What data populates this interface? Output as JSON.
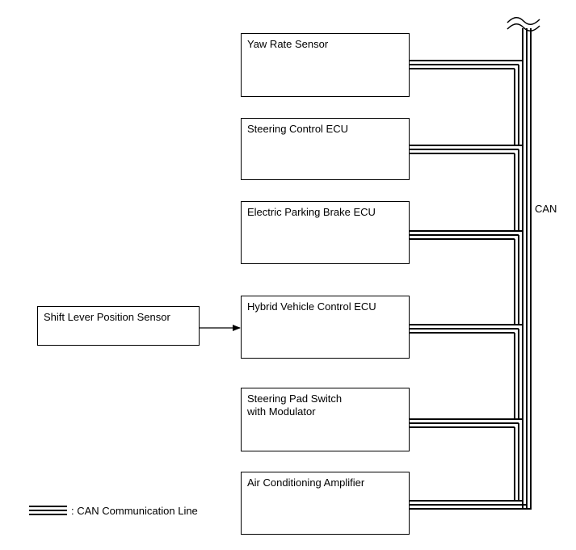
{
  "ecus": [
    {
      "label": "Yaw Rate Sensor"
    },
    {
      "label": "Steering Control ECU"
    },
    {
      "label": "Electric Parking Brake ECU"
    },
    {
      "label": "Hybrid Vehicle Control ECU"
    },
    {
      "label": "Steering Pad Switch\nwith Modulator"
    },
    {
      "label": "Air Conditioning Amplifier"
    }
  ],
  "input_sensor": {
    "label": "Shift Lever Position Sensor"
  },
  "bus": {
    "label": "CAN"
  },
  "legend": {
    "label": ": CAN Communication Line"
  }
}
